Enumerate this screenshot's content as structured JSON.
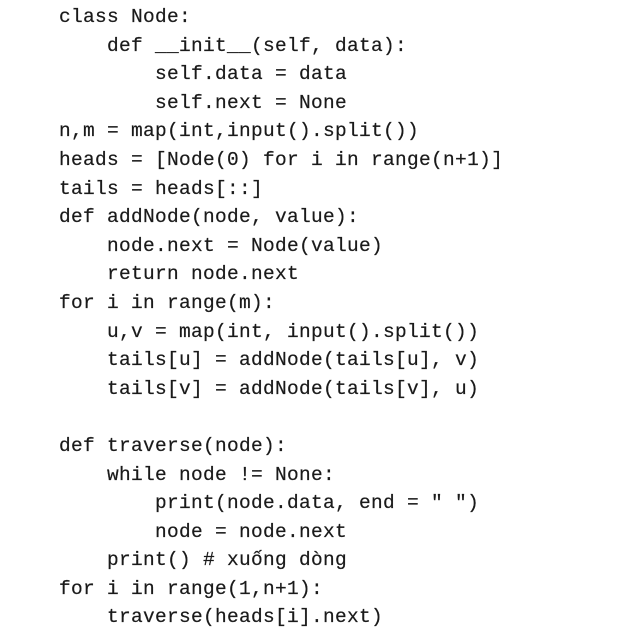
{
  "code": {
    "lines": [
      "class Node:",
      "    def __init__(self, data):",
      "        self.data = data",
      "        self.next = None",
      "n,m = map(int,input().split())",
      "heads = [Node(0) for i in range(n+1)]",
      "tails = heads[::]",
      "def addNode(node, value):",
      "    node.next = Node(value)",
      "    return node.next",
      "for i in range(m):",
      "    u,v = map(int, input().split())",
      "    tails[u] = addNode(tails[u], v)",
      "    tails[v] = addNode(tails[v], u)",
      "",
      "def traverse(node):",
      "    while node != None:",
      "        print(node.data, end = \" \")",
      "        node = node.next",
      "    print() # xuống dòng",
      "for i in range(1,n+1):",
      "    traverse(heads[i].next)"
    ]
  }
}
